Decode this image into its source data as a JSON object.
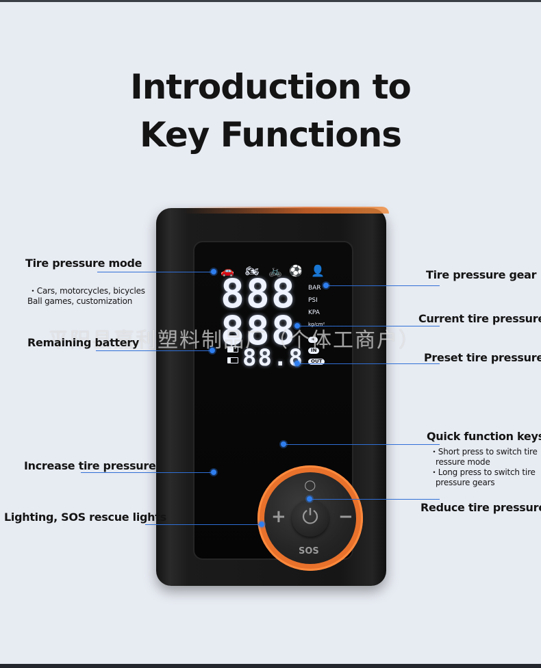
{
  "title": {
    "line1": "Introduction to",
    "line2": "Key Functions"
  },
  "watermark": "平阳县嘉利塑料制品厂（个体工商户）",
  "display": {
    "big_top": "888",
    "big_bottom": "888",
    "small": "88.8",
    "units": [
      "BAR",
      "PSI",
      "KPA",
      "kg/cm²"
    ],
    "modes": [
      "IN",
      "OUT"
    ]
  },
  "buttons": {
    "plus": "+",
    "minus": "−",
    "sos": "SOS",
    "power": "⏻",
    "mode": "○"
  },
  "annotations": {
    "tire_mode": {
      "label": "Tire pressure mode",
      "detail_1": "・Cars, motorcycles, bicycles",
      "detail_2": "Ball games, customization"
    },
    "battery": {
      "label": "Remaining battery"
    },
    "increase": {
      "label": "Increase tire pressure"
    },
    "lighting": {
      "label": "Lighting, SOS rescue lights"
    },
    "gear": {
      "label": "Tire pressure gear"
    },
    "current": {
      "label": "Current tire pressure"
    },
    "preset": {
      "label": "Preset tire pressure"
    },
    "quick": {
      "label": "Quick function keys",
      "detail_1": "・Short press to switch tire",
      "detail_2": "ressure mode",
      "detail_3": "・Long press to switch tire",
      "detail_4": "pressure gears"
    },
    "reduce": {
      "label": "Reduce tire pressure"
    }
  },
  "colors": {
    "accent_line": "#2f6fd6",
    "ring": "#e8712b",
    "background": "#e7ebf2"
  }
}
